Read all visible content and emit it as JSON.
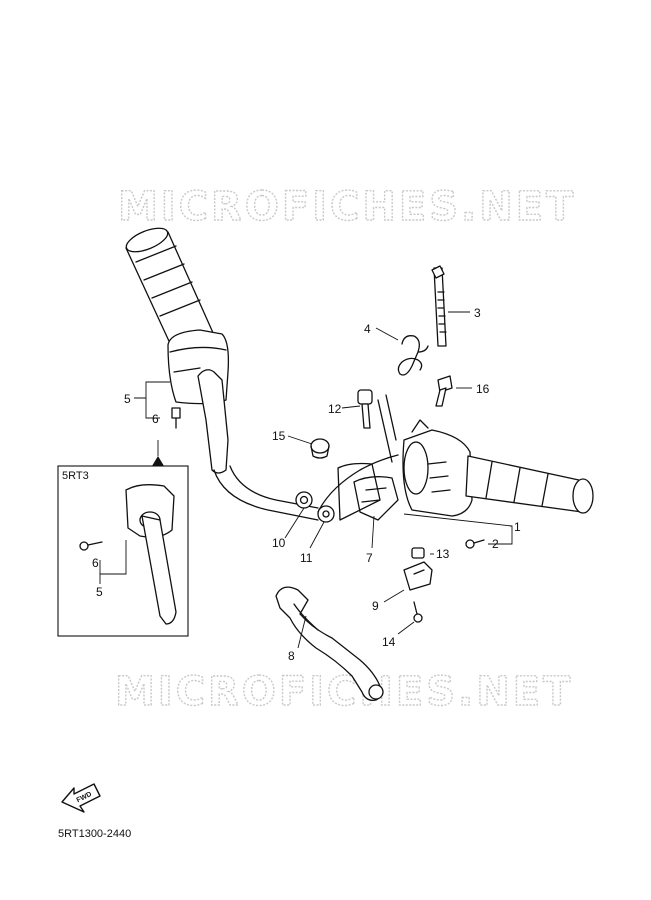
{
  "watermark": "MICROFICHES.NET",
  "inset_label": "5RT3",
  "fwd_label": "FWD",
  "diagram_code": "5RT1300-2440",
  "callouts": {
    "c1": "1",
    "c2": "2",
    "c3": "3",
    "c4": "4",
    "c5": "5",
    "c6": "6",
    "c7": "7",
    "c8": "8",
    "c9": "9",
    "c10": "10",
    "c11": "11",
    "c12": "12",
    "c13": "13",
    "c14": "14",
    "c15": "15",
    "c16": "16",
    "inset_c5": "5",
    "inset_c6": "6"
  }
}
